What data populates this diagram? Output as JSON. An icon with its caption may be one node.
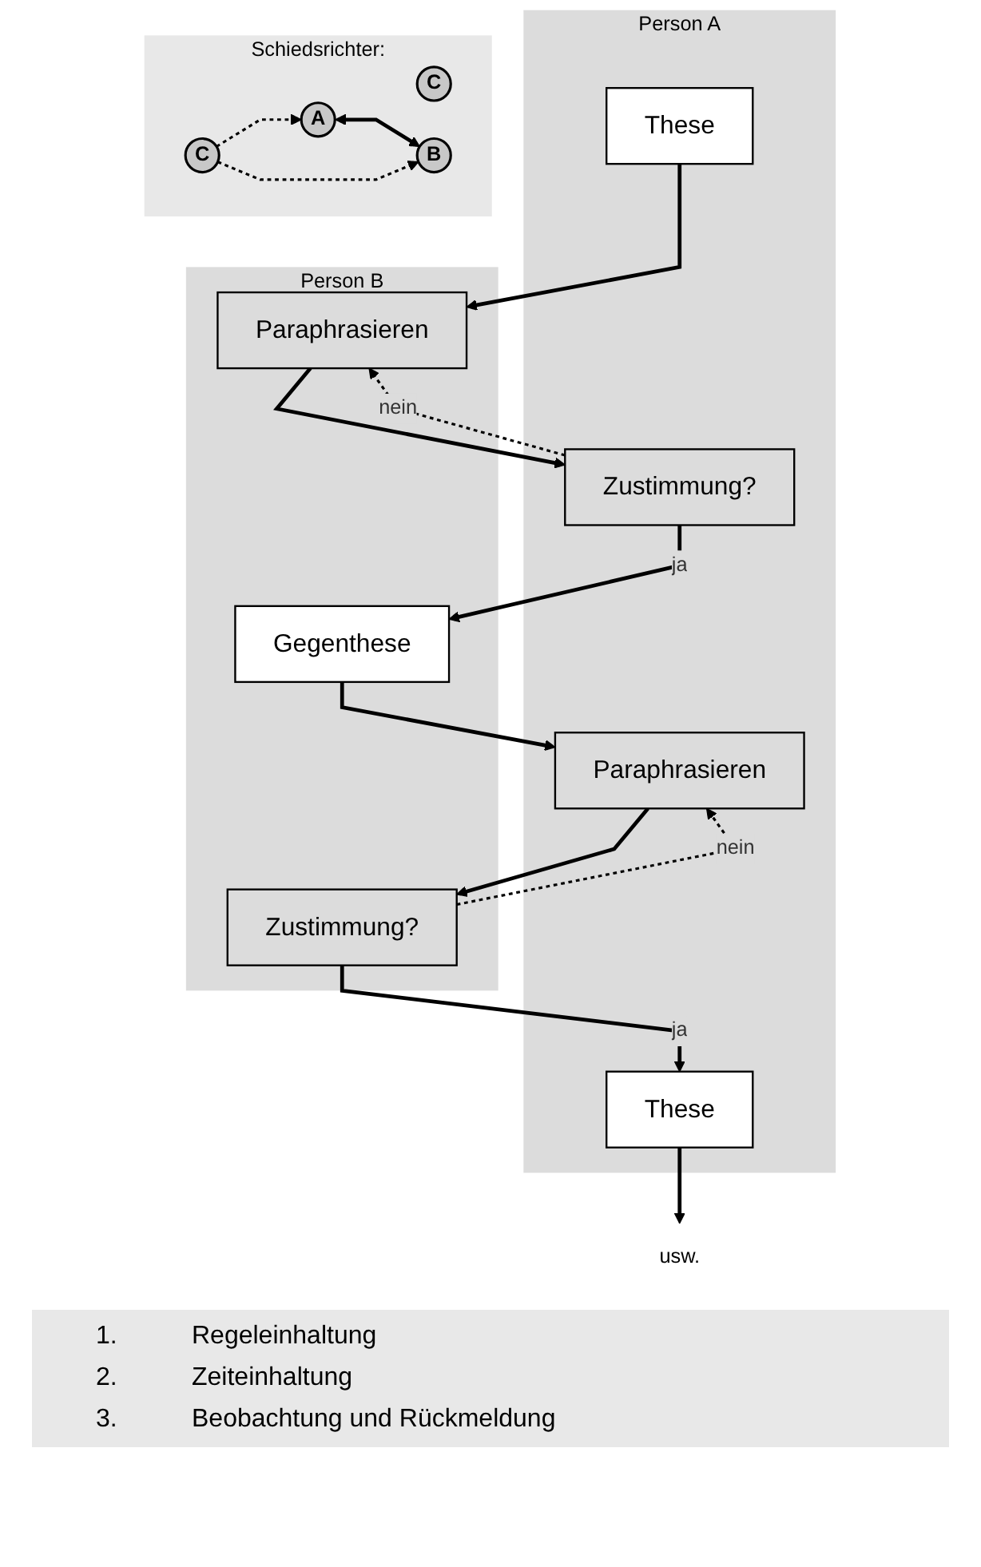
{
  "diagram": {
    "nodes": [
      {
        "text": [
          "Person A"
        ]
      },
      {
        "text": [
          "Person B"
        ]
      },
      {
        "text": [
          "These"
        ],
        "in": 0
      },
      {
        "text": [
          "Paraphrasieren"
        ],
        "in": 1
      },
      {
        "text": [
          "Zustimmung?"
        ],
        "in": 0
      },
      {
        "text": [
          "Gegenthese"
        ],
        "in": 1
      },
      {
        "text": [
          "Paraphrasieren"
        ],
        "in": 0
      },
      {
        "text": [
          "Zustimmung?"
        ],
        "in": 1
      },
      {
        "text": [
          "These"
        ],
        "in": 0
      },
      {
        "text": [
          "usw."
        ]
      },
      {
        "text": [
          "Schiedsrichter:"
        ]
      },
      {
        "text": [
          "C"
        ],
        "in": 10
      },
      {
        "text": [
          "A"
        ],
        "in": 10
      },
      {
        "text": [
          "B"
        ],
        "in": 10
      },
      {
        "text": [
          "C"
        ],
        "in": 10
      }
    ],
    "edges": [
      {
        "from": 2,
        "to": 3,
        "arrow": "to"
      },
      {
        "from": 3,
        "to": 4,
        "arrow": "to"
      },
      {
        "from": 4,
        "to": 3,
        "arrow": "to",
        "label": "nein",
        "style": "dashed"
      },
      {
        "from": 4,
        "to": 5,
        "arrow": "to",
        "label": "ja"
      },
      {
        "from": 5,
        "to": 6,
        "arrow": "to"
      },
      {
        "from": 7,
        "to": 6,
        "arrow": "to",
        "label": "nein",
        "style": "dashed"
      },
      {
        "from": 6,
        "to": 7,
        "arrow": "to"
      },
      {
        "from": 7,
        "to": 8,
        "arrow": "to",
        "label": "ja"
      },
      {
        "from": 8,
        "to": 9,
        "arrow": "to"
      },
      {
        "from": 12,
        "to": 13,
        "arrow": "both"
      },
      {
        "from": 14,
        "to": 12,
        "arrow": "to",
        "style": "dashed"
      },
      {
        "from": 14,
        "to": 13,
        "arrow": "to",
        "style": "dashed"
      }
    ],
    "labels": [
      "1.",
      "Regeleinhaltung",
      "2.",
      "Zeiteinhaltung",
      "3.",
      "Beobachtung und Rückmeldung"
    ]
  }
}
